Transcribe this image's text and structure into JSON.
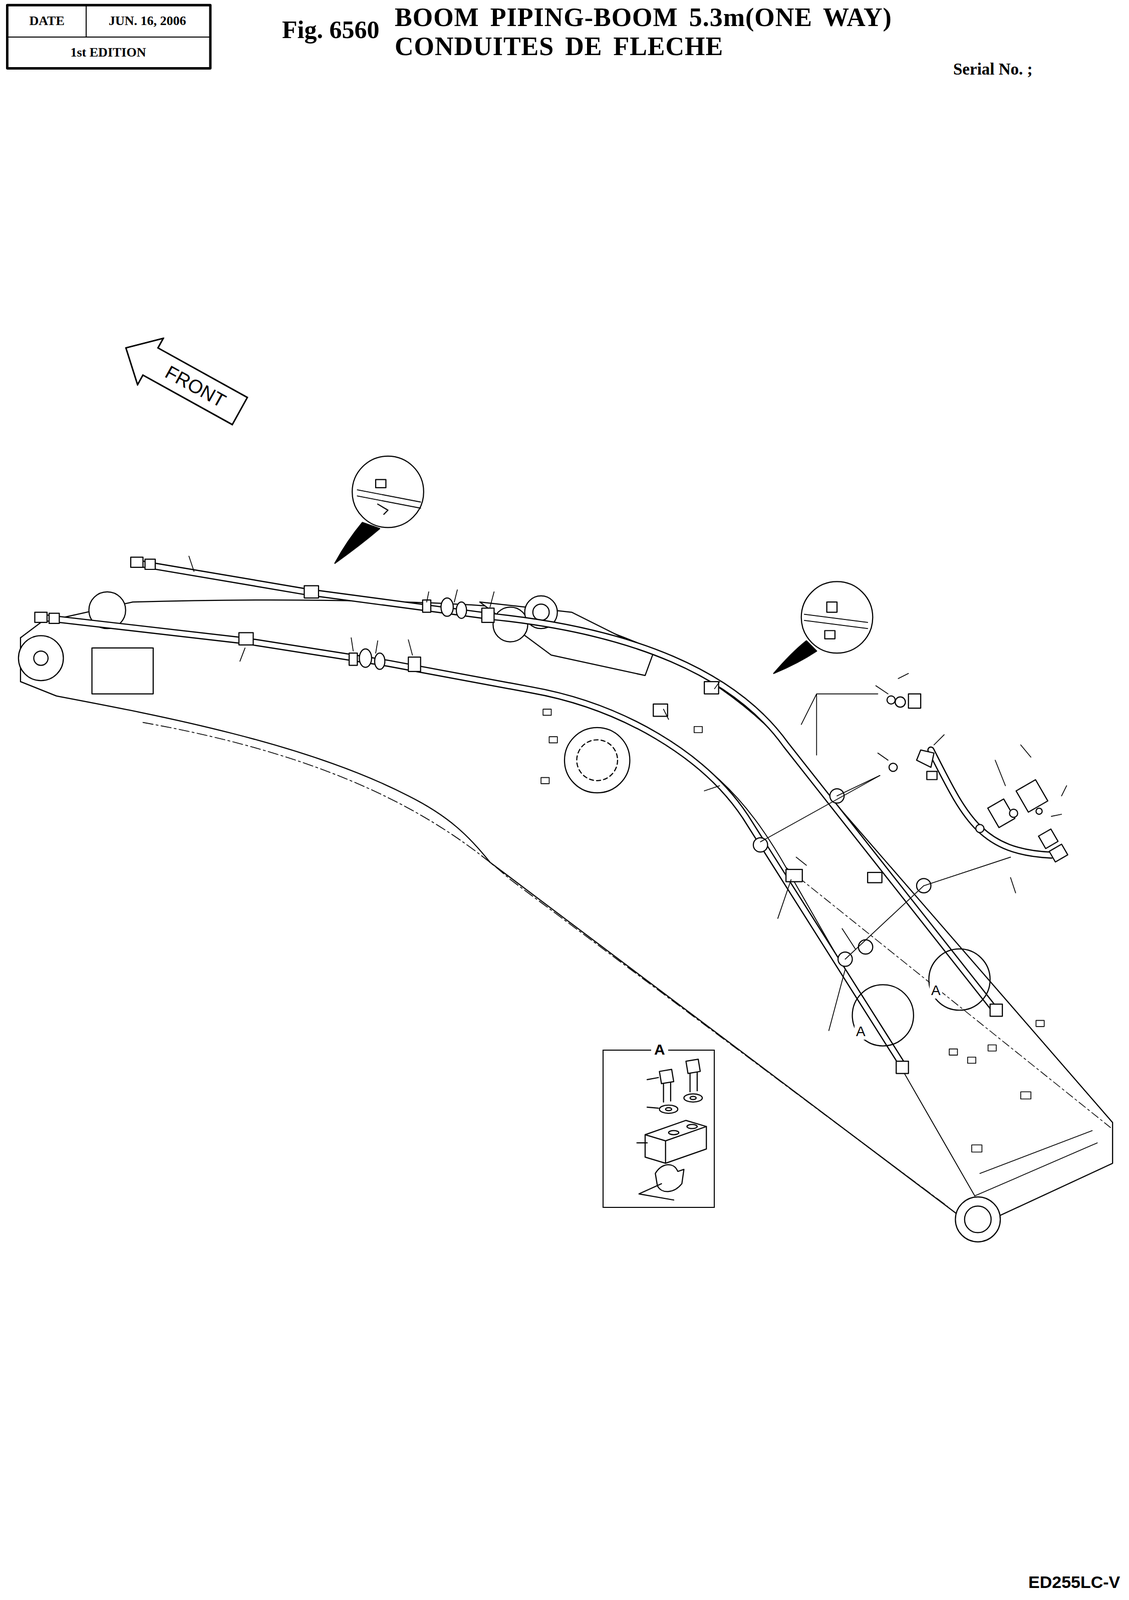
{
  "diagram": {
    "title": "BOOM PIPING-BOOM 5.3m(ONE WAY) CONDUITES DE FLECHE",
    "nodes": [
      {
        "text": [
          "DATE"
        ]
      },
      {
        "text": [
          "JUN. 16, 2006"
        ]
      },
      {
        "text": [
          "1st EDITION"
        ]
      },
      {
        "text": [
          "FRONT"
        ]
      },
      {
        "text": [
          "A"
        ]
      }
    ],
    "labels": [
      "Fig. 6560",
      "Serial No. ;",
      "A",
      "A",
      "ED255LC-V"
    ]
  }
}
